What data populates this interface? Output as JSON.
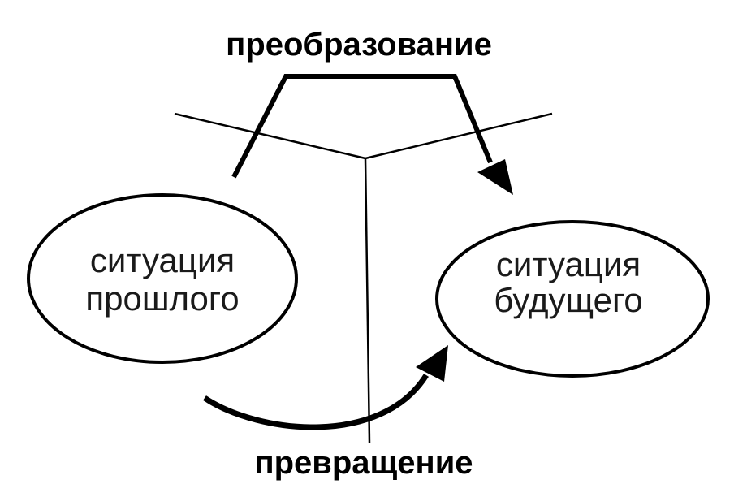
{
  "labels": {
    "top": "преобразование",
    "bottom": "превращение"
  },
  "past_situation": {
    "line1": "ситуация",
    "line2": "прошлого"
  },
  "future_situation": {
    "line1": "ситуация",
    "line2": "будущего"
  },
  "colors": {
    "ink": "#000000",
    "background": "#ffffff"
  }
}
